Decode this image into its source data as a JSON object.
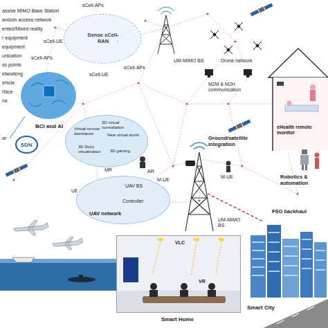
{
  "diagram": {
    "nodes": [
      {
        "text": [
          "Dense sCell-RAN"
        ]
      },
      {
        "text": [
          "Virtual remote assistance",
          "3D virtual consultation",
          "New virtual world",
          "3D Story visualization",
          "3D gaming"
        ]
      },
      {
        "text": [
          "UAV BS",
          "Controller",
          "UAV network"
        ]
      },
      {
        "text": [
          "VLC",
          "VR",
          "Smart Home"
        ]
      },
      {
        "text": [
          "SDN"
        ]
      },
      {
        "text": [
          "eHealth remote monitor"
        ]
      }
    ],
    "labels": [
      "assive MIMO Base Station",
      "andom access network",
      "ented/Mixed reality",
      "r equipment",
      "equipment",
      "unication",
      "ss points",
      "etworking",
      "ehicle",
      "rface",
      "ne",
      "ar",
      "sCell-APs",
      "sCell-UE",
      "sCell-APs",
      "sCell-APs",
      "sCell-UE",
      "UM-MIMO BS",
      "Drone network",
      "M2M & M2H communication",
      "BCI and AI",
      "Ground/satellite integration",
      "M-UE",
      "MR",
      "AR",
      "M-UE",
      "Robotics & automation",
      "UE",
      "UM-MIMO BS",
      "FSO backhaul",
      "Smart City"
    ]
  }
}
